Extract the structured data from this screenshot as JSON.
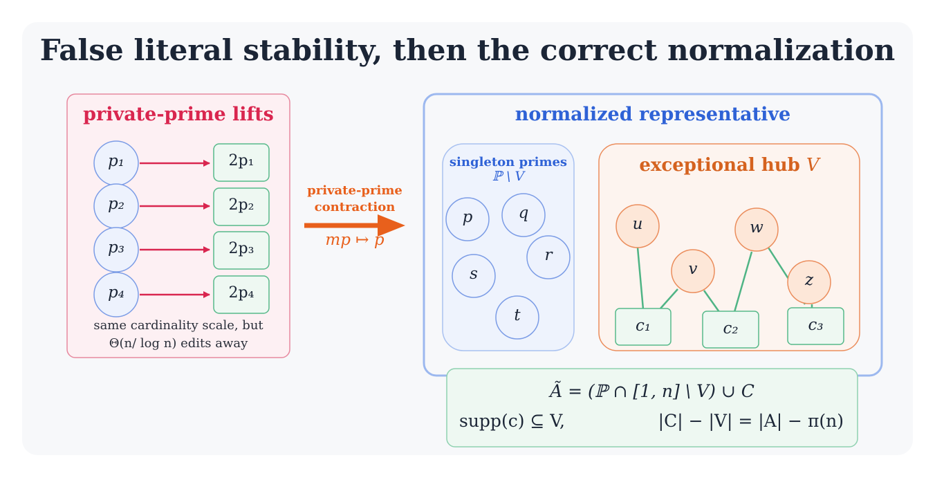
{
  "title": "False literal stability, then the correct normalization",
  "lifts": {
    "title": "private-prime lifts",
    "left_nodes": [
      "p₁",
      "p₂",
      "p₃",
      "p₄"
    ],
    "right_nodes": [
      "2p₁",
      "2p₂",
      "2p₃",
      "2p₄"
    ],
    "caption_line1": "same cardinality scale, but",
    "caption_line2": "Θ(n/ log n) edits away"
  },
  "contraction": {
    "label_line1": "private-prime",
    "label_line2": "contraction",
    "map": "mp ↦ p"
  },
  "normalized": {
    "title": "normalized representative",
    "singletons": {
      "title": "singleton primes",
      "subtitle": "ℙ \\ V",
      "nodes": [
        "p",
        "q",
        "r",
        "s",
        "t"
      ]
    },
    "hub": {
      "title": "exceptional hub ",
      "title_var": "V",
      "vertices": [
        "u",
        "v",
        "w",
        "z"
      ],
      "components": [
        "c₁",
        "c₂",
        "c₃"
      ]
    }
  },
  "formula": {
    "line1": "Ã = (ℙ ∩ [1, n] \\ V) ∪ C",
    "line2_left": "supp(c) ⊆ V,",
    "line2_right": "|C| − |V| = |A| − π(n)"
  },
  "colors": {
    "background": "#f7f8fa",
    "title": "#1b2536",
    "crimson": "#d9264f",
    "blue": "#2f62d6",
    "orange": "#e8601c",
    "green": "#47b07e"
  }
}
